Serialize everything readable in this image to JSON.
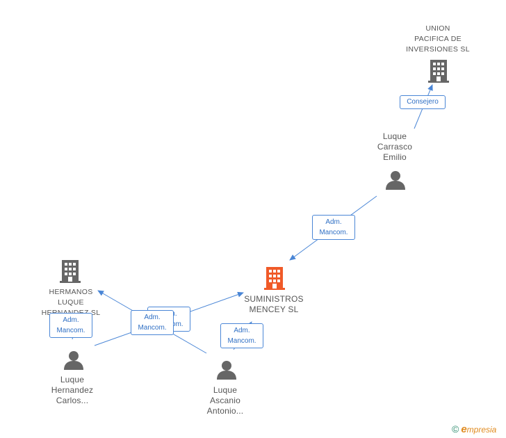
{
  "nodes": {
    "union": {
      "label": "UNION\nPACIFICA DE\nINVERSIONES SL",
      "icon": "building-icon",
      "color": "#666666"
    },
    "luque_carrasco": {
      "label": "Luque\nCarrasco\nEmilio",
      "icon": "person-icon",
      "color": "#666666"
    },
    "suministros": {
      "label": "SUMINISTROS\nMENCEY SL",
      "icon": "building-icon",
      "color": "#f05a28"
    },
    "hermanos": {
      "label": "HERMANOS\nLUQUE\nHERNANDEZ SL",
      "icon": "building-icon",
      "color": "#666666"
    },
    "luque_hernandez": {
      "label": "Luque\nHernandez\nCarlos...",
      "icon": "person-icon",
      "color": "#666666"
    },
    "luque_ascanio": {
      "label": "Luque\nAscanio\nAntonio...",
      "icon": "person-icon",
      "color": "#666666"
    }
  },
  "edges": {
    "consejero": "Consejero",
    "adm1": "Adm.\nMancom.",
    "adm2": "Adm.\nMancom.",
    "adm3": "Adm.\nMancom.",
    "adm4": "Adm.\nMancom.",
    "adm5": "Adm.\nMancom."
  },
  "footer": {
    "copyright": "©",
    "brand_initial": "e",
    "brand_rest": "mpresia"
  },
  "colors": {
    "edge": "#4a86d6",
    "accent": "#f05a28",
    "node": "#666666"
  }
}
